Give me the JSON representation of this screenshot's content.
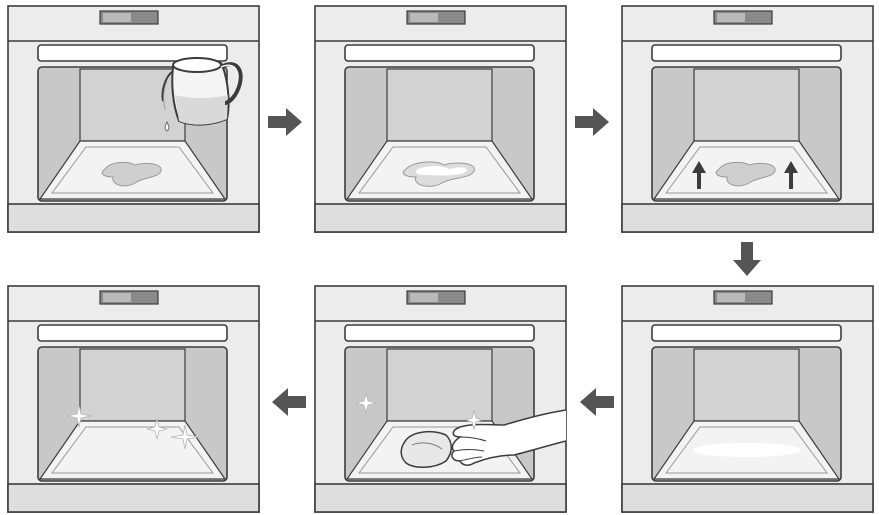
{
  "colors": {
    "outline": "#3c3c3c",
    "frame": "#ececec",
    "cavity_side": "#c8c8c8",
    "cavity_back": "#d2d2d2",
    "tray": "#f3f3f3",
    "puddle": "#cfcfcf",
    "shine": "#ffffff",
    "arrow": "#555555"
  },
  "steps": [
    {
      "id": 1,
      "icons": [
        "water-jug-icon",
        "puddle-icon",
        "water-drop-icon"
      ]
    },
    {
      "id": 2,
      "icons": [
        "puddle-icon",
        "steam-shine-icon"
      ]
    },
    {
      "id": 3,
      "icons": [
        "puddle-icon",
        "arrow-up-icon",
        "arrow-up-icon"
      ]
    },
    {
      "id": 4,
      "icons": [
        "shine-streak-icon"
      ]
    },
    {
      "id": 5,
      "icons": [
        "hand-icon",
        "cloth-icon",
        "sparkle-icon",
        "sparkle-icon"
      ]
    },
    {
      "id": 6,
      "icons": [
        "sparkle-icon",
        "sparkle-icon",
        "sparkle-icon"
      ]
    }
  ],
  "flow": [
    "right",
    "right",
    "down",
    "left",
    "left"
  ]
}
